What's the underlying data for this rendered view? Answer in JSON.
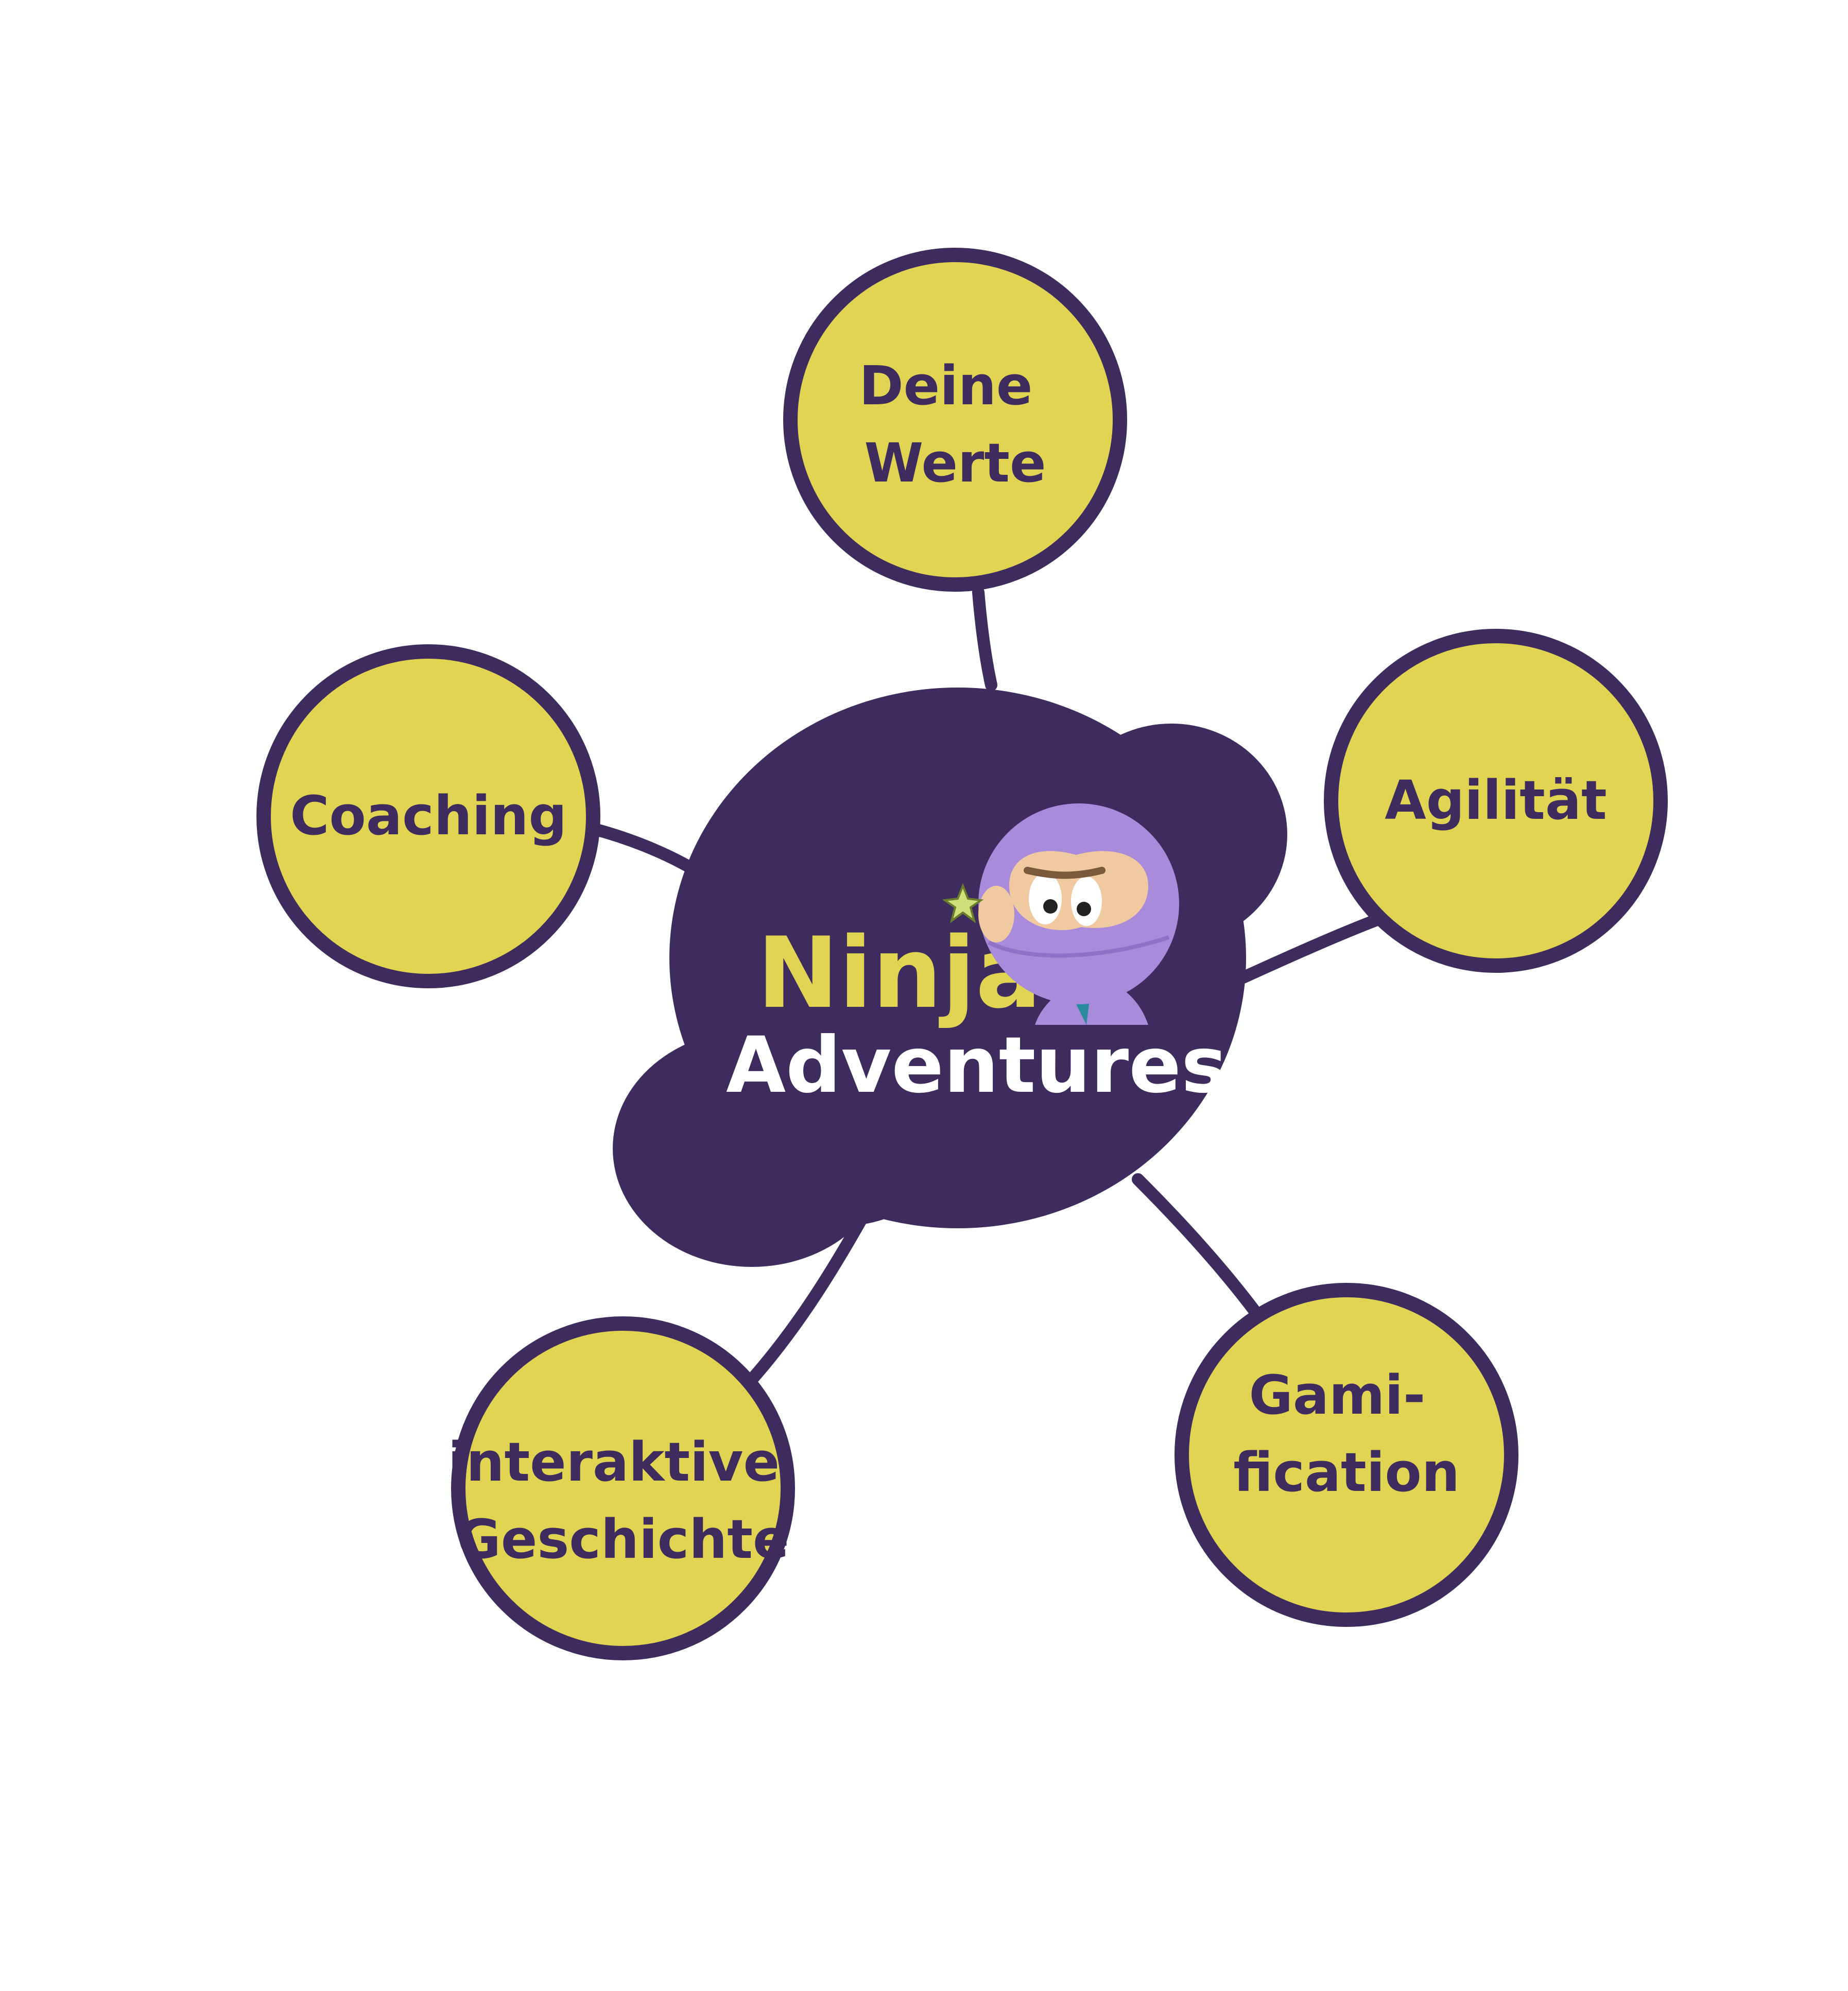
{
  "colors": {
    "background": "#ffffff",
    "hub_fill": "#3f2c5e",
    "node_fill": "#e0d452",
    "node_stroke": "#3f2c5e",
    "node_text": "#3f2c5e",
    "logo_ninja": "#e0d452",
    "logo_adventures": "#ffffff",
    "mascot_body": "#a88bdb",
    "mascot_skin": "#f0c9a0",
    "mascot_star": "#cfe07a"
  },
  "hub": {
    "title_line1": "Ninja",
    "title_line2": "Adventures",
    "mascot_icon": "ninja-mascot-icon"
  },
  "nodes": [
    {
      "id": "deine-werte",
      "lines": [
        "Deine",
        "Werte"
      ]
    },
    {
      "id": "agilitaet",
      "lines": [
        "Agilität"
      ]
    },
    {
      "id": "gamification",
      "lines": [
        "Gami-",
        "fication"
      ]
    },
    {
      "id": "interaktive-geschichte",
      "lines": [
        "interaktive",
        "Geschichte"
      ]
    },
    {
      "id": "coaching",
      "lines": [
        "Coaching"
      ]
    }
  ]
}
